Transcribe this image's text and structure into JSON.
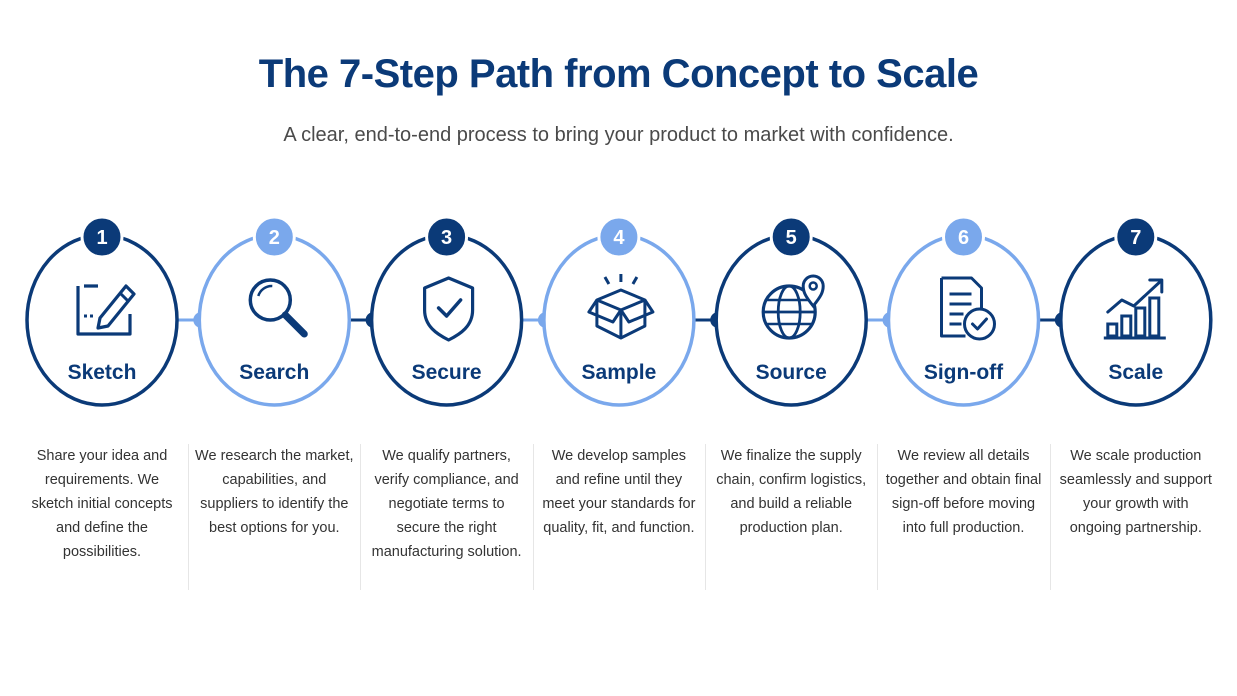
{
  "header": {
    "title": "The 7-Step Path from Concept to Scale",
    "subtitle": "A clear, end-to-end process to bring your product to market with confidence."
  },
  "colors": {
    "dark": "#0b3a78",
    "light": "#7aa8ec"
  },
  "steps": [
    {
      "number": "1",
      "label": "Sketch",
      "icon": "sketch-pencil-icon",
      "style": "dark",
      "description": "Share your idea and requirements. We sketch initial concepts and define the possibilities."
    },
    {
      "number": "2",
      "label": "Search",
      "icon": "magnifier-icon",
      "style": "light",
      "description": "We research the market, capabilities, and suppliers to identify the best options for you."
    },
    {
      "number": "3",
      "label": "Secure",
      "icon": "shield-check-icon",
      "style": "dark",
      "description": "We qualify partners, verify compliance, and negotiate terms to secure the right manufacturing solution."
    },
    {
      "number": "4",
      "label": "Sample",
      "icon": "open-box-icon",
      "style": "light",
      "description": "We develop samples and refine until they meet your standards for quality, fit, and function."
    },
    {
      "number": "5",
      "label": "Source",
      "icon": "globe-pin-icon",
      "style": "dark",
      "description": "We finalize the supply chain, confirm logistics, and build a reliable production plan."
    },
    {
      "number": "6",
      "label": "Sign-off",
      "icon": "document-check-icon",
      "style": "light",
      "description": "We review all details together and obtain final sign-off before moving into full production."
    },
    {
      "number": "7",
      "label": "Scale",
      "icon": "growth-chart-icon",
      "style": "dark",
      "description": "We scale production seamlessly and support your growth with ongoing partnership."
    }
  ]
}
